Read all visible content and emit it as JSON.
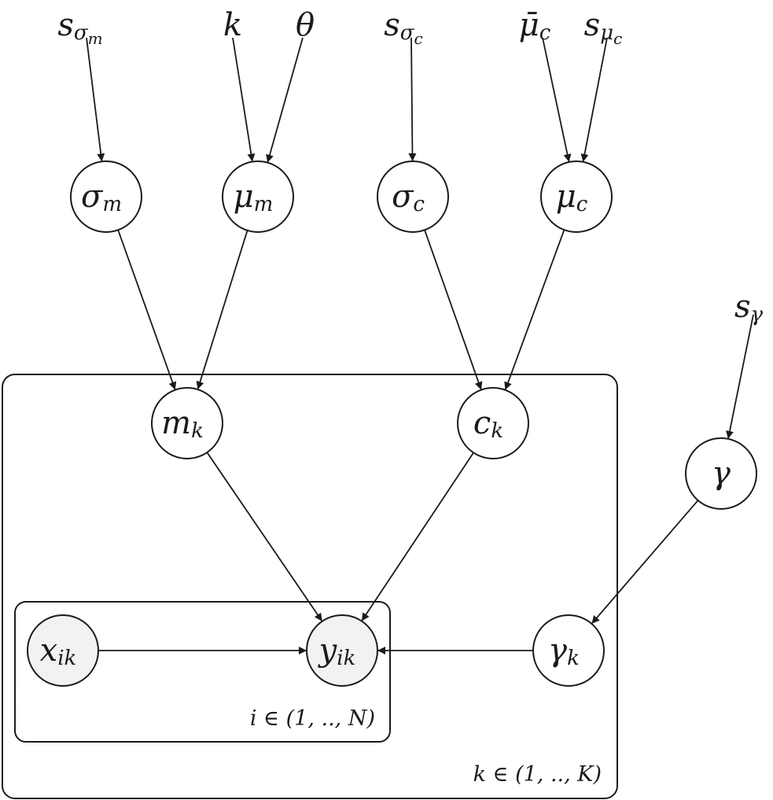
{
  "colors": {
    "stroke": "#1a1a1a",
    "node_fill": "#ffffff",
    "observed_fill": "#f2f2f2"
  },
  "hyperparameters": [
    {
      "id": "s_sigma_m",
      "base": "s",
      "sub": "σ",
      "subsub": "m"
    },
    {
      "id": "k",
      "base": "k",
      "sub": ""
    },
    {
      "id": "theta",
      "base": "θ",
      "sub": ""
    },
    {
      "id": "s_sigma_c",
      "base": "s",
      "sub": "σ",
      "subsub": "c"
    },
    {
      "id": "mu_c_bar",
      "base": "μ̄",
      "sub": "c"
    },
    {
      "id": "s_mu_c",
      "base": "s",
      "sub": "μ",
      "subsub": "c"
    },
    {
      "id": "s_gamma",
      "base": "s",
      "sub": "γ"
    }
  ],
  "nodes": [
    {
      "id": "sigma_m",
      "base": "σ",
      "sub": "m",
      "observed": false
    },
    {
      "id": "mu_m",
      "base": "μ",
      "sub": "m",
      "observed": false
    },
    {
      "id": "sigma_c",
      "base": "σ",
      "sub": "c",
      "observed": false
    },
    {
      "id": "mu_c",
      "base": "μ",
      "sub": "c",
      "observed": false
    },
    {
      "id": "m_k",
      "base": "m",
      "sub": "k",
      "observed": false
    },
    {
      "id": "c_k",
      "base": "c",
      "sub": "k",
      "observed": false
    },
    {
      "id": "gamma",
      "base": "γ",
      "sub": "",
      "observed": false
    },
    {
      "id": "x_ik",
      "base": "x",
      "sub": "ik",
      "observed": true
    },
    {
      "id": "y_ik",
      "base": "y",
      "sub": "ik",
      "observed": true
    },
    {
      "id": "gamma_k",
      "base": "γ",
      "sub": "k",
      "observed": false
    }
  ],
  "edges": [
    {
      "from": "s_sigma_m",
      "to": "sigma_m"
    },
    {
      "from": "k",
      "to": "mu_m"
    },
    {
      "from": "theta",
      "to": "mu_m"
    },
    {
      "from": "s_sigma_c",
      "to": "sigma_c"
    },
    {
      "from": "mu_c_bar",
      "to": "mu_c"
    },
    {
      "from": "s_mu_c",
      "to": "mu_c"
    },
    {
      "from": "sigma_m",
      "to": "m_k"
    },
    {
      "from": "mu_m",
      "to": "m_k"
    },
    {
      "from": "sigma_c",
      "to": "c_k"
    },
    {
      "from": "mu_c",
      "to": "c_k"
    },
    {
      "from": "s_gamma",
      "to": "gamma"
    },
    {
      "from": "gamma",
      "to": "gamma_k"
    },
    {
      "from": "m_k",
      "to": "y_ik"
    },
    {
      "from": "c_k",
      "to": "y_ik"
    },
    {
      "from": "x_ik",
      "to": "y_ik"
    },
    {
      "from": "gamma_k",
      "to": "y_ik"
    }
  ],
  "plates": [
    {
      "id": "plate_k",
      "label": "k ∈ (1, .., K)"
    },
    {
      "id": "plate_i",
      "label": "i ∈ (1, .., N)"
    }
  ]
}
